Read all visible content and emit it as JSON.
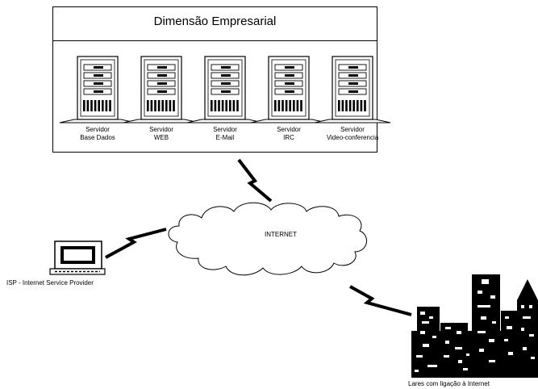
{
  "title": "Dimensão Empresarial",
  "servers": [
    {
      "line1": "Servidor",
      "line2": "Base Dados"
    },
    {
      "line1": "Servidor",
      "line2": "WEB"
    },
    {
      "line1": "Servidor",
      "line2": "E-Mail"
    },
    {
      "line1": "Servidor",
      "line2": "IRC"
    },
    {
      "line1": "Servidor",
      "line2": "Video-conferencia"
    }
  ],
  "internet_label": "INTERNET",
  "isp_label": "ISP - Internet Service Provider",
  "homes_label": "Lares com ligação à Internet",
  "icons": {
    "server": "server-tower-icon",
    "cloud": "cloud-icon",
    "terminal": "computer-terminal-icon",
    "city": "city-buildings-icon",
    "link": "lightning-link-icon"
  }
}
